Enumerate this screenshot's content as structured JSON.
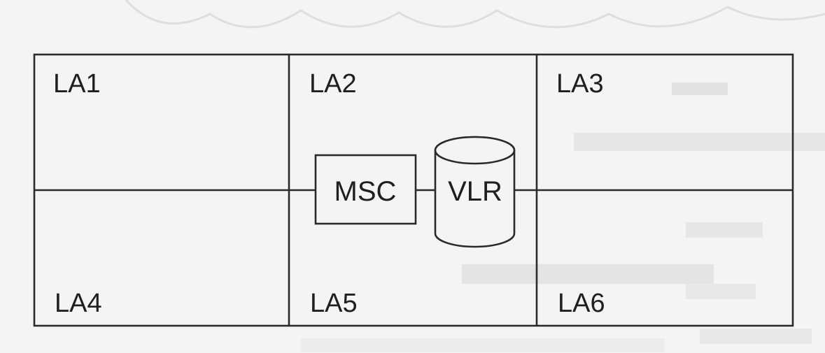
{
  "diagram": {
    "areas": {
      "la1": "LA1",
      "la2": "LA2",
      "la3": "LA3",
      "la4": "LA4",
      "la5": "LA5",
      "la6": "LA6"
    },
    "nodes": {
      "msc": "MSC",
      "vlr": "VLR"
    }
  }
}
